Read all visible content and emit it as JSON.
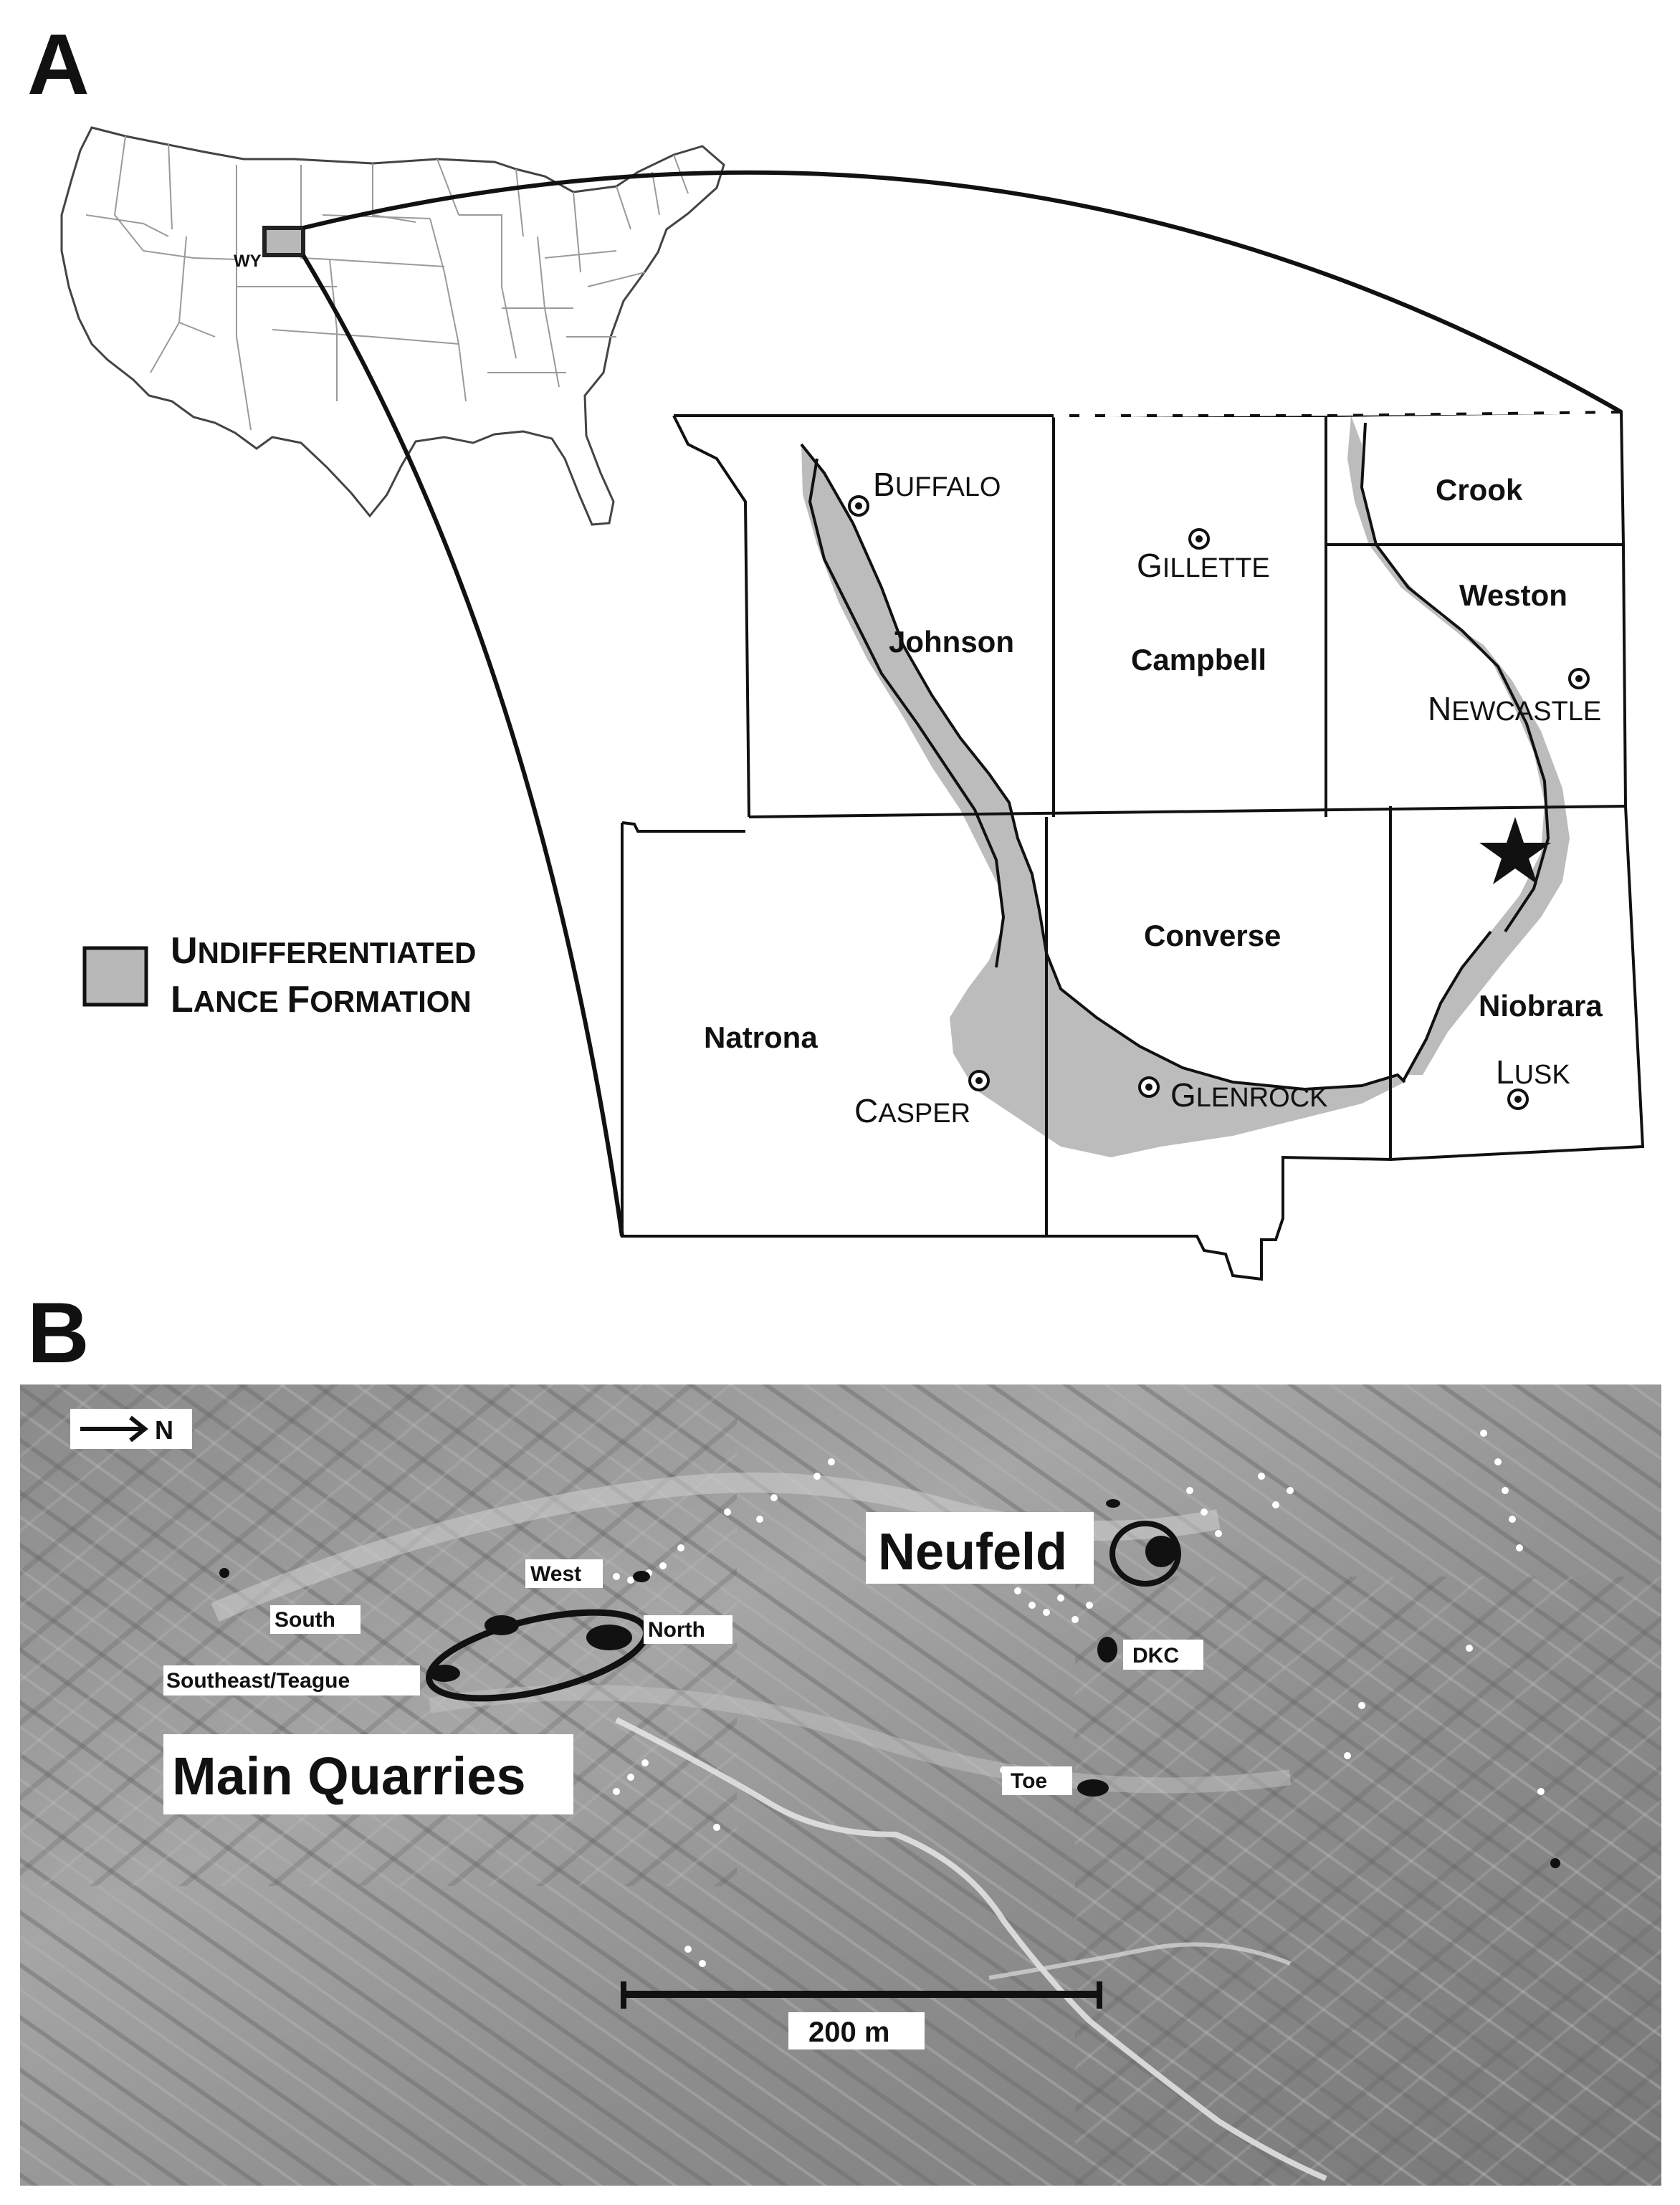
{
  "panels": {
    "a": "A",
    "b": "B"
  },
  "map_a": {
    "state_abbrev": "WY",
    "counties": [
      "Johnson",
      "Campbell",
      "Crook",
      "Weston",
      "Natrona",
      "Converse",
      "Niobrara"
    ],
    "towns": [
      {
        "first": "B",
        "rest": "UFFALO"
      },
      {
        "first": "G",
        "rest": "ILLETTE"
      },
      {
        "first": "N",
        "rest": "EWCASTLE"
      },
      {
        "first": "C",
        "rest": "ASPER"
      },
      {
        "first": "G",
        "rest": "LENROCK"
      },
      {
        "first": "L",
        "rest": "USK"
      }
    ],
    "legend": {
      "line1_first": "U",
      "line1_rest": "NDIFFERENTIATED",
      "line2_a_first": "L",
      "line2_a_rest": "ANCE ",
      "line2_b_first": "F",
      "line2_b_rest": "ORMATION",
      "swatch_color": "#b8b8b8"
    },
    "site_marker": "star"
  },
  "photo_b": {
    "north_arrow": "N",
    "labels": {
      "west": "West",
      "south": "South",
      "north": "North",
      "southeast": "Southeast/Teague",
      "main_quarries": "Main Quarries",
      "neufeld": "Neufeld",
      "dkc": "DKC",
      "toe": "Toe"
    },
    "scale_bar": "200 m"
  }
}
